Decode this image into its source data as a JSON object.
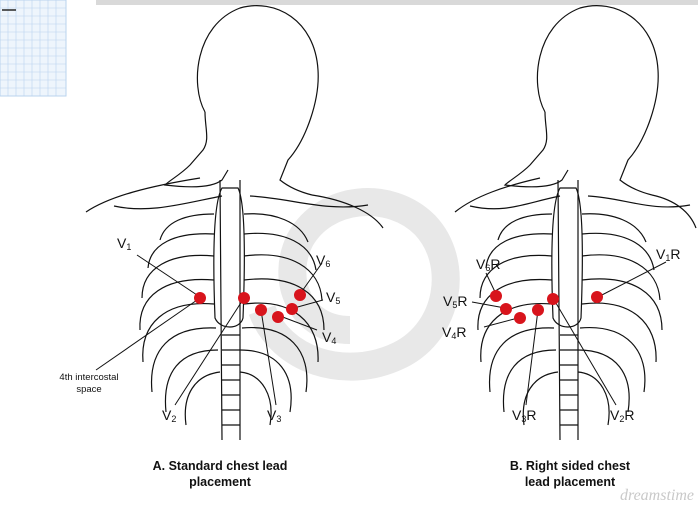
{
  "figure_a": {
    "caption_line1": "A. Standard chest lead",
    "caption_line2": "placement",
    "labels": {
      "v1": {
        "base": "V",
        "sub": "1",
        "suffix": ""
      },
      "v2": {
        "base": "V",
        "sub": "2",
        "suffix": ""
      },
      "v3": {
        "base": "V",
        "sub": "3",
        "suffix": ""
      },
      "v4": {
        "base": "V",
        "sub": "4",
        "suffix": ""
      },
      "v5": {
        "base": "V",
        "sub": "5",
        "suffix": ""
      },
      "v6": {
        "base": "V",
        "sub": "6",
        "suffix": ""
      }
    },
    "intercostal_line1": "4th intercostal",
    "intercostal_line2": "space"
  },
  "figure_b": {
    "caption_line1": "B. Right sided chest",
    "caption_line2": "lead placement",
    "labels": {
      "v1r": {
        "base": "V",
        "sub": "1",
        "suffix": "R"
      },
      "v2r": {
        "base": "V",
        "sub": "2",
        "suffix": "R"
      },
      "v3r": {
        "base": "V",
        "sub": "3",
        "suffix": "R"
      },
      "v4r": {
        "base": "V",
        "sub": "4",
        "suffix": "R"
      },
      "v5r": {
        "base": "V",
        "sub": "5",
        "suffix": "R"
      },
      "v6r": {
        "base": "V",
        "sub": "6",
        "suffix": "R"
      }
    }
  },
  "colors": {
    "electrode": "#d8141c",
    "line": "#111111",
    "watermark_swirl": "#e6e6e6",
    "grid": "#b9d3ee"
  },
  "watermark": "dreamstime"
}
